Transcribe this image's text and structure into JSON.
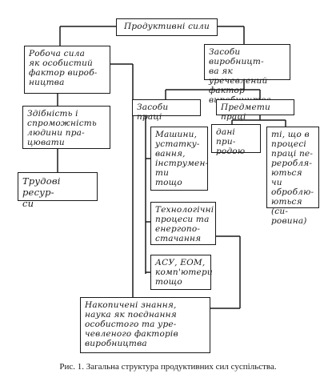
{
  "boxes": {
    "productive_forces": "Продуктивні сили",
    "labor_force": "Робоча сила\nяк особистий\nфактор вироб-\nництва",
    "means_of_production": "Засоби виробницт-\nва як уречевлений\nфактор виробництва",
    "ability": "Здібність і\nспроможність\nлюдини пра-\nцювати",
    "means_of_labor": "Засоби праці",
    "objects_of_labor": "Предмети праці",
    "labor_resources": "Трудові ресур-\nси",
    "machines": "Машини,\nустатку-\nвання,\nінструмен-\nти\nтощо",
    "given_by_nature": "дані при-\nродою",
    "processed": "ті, що в\nпроцесі\nпраці пе-\nреробля-\nються чи\nоброблю-\nються (си-\nровина)",
    "tech_processes": "Технологічні\nпроцеси та\nенергопо-\nстачання",
    "computers": "АСУ, ЕОМ,\nкомп'ютери\nтощо",
    "knowledge": "Накопичені знання,\nнаука як поєднання\nособистого та уре-\nчевленого факторів\nвиробництва"
  },
  "caption": "Рис. 1. Загальна структура продуктивних сил суспільства."
}
